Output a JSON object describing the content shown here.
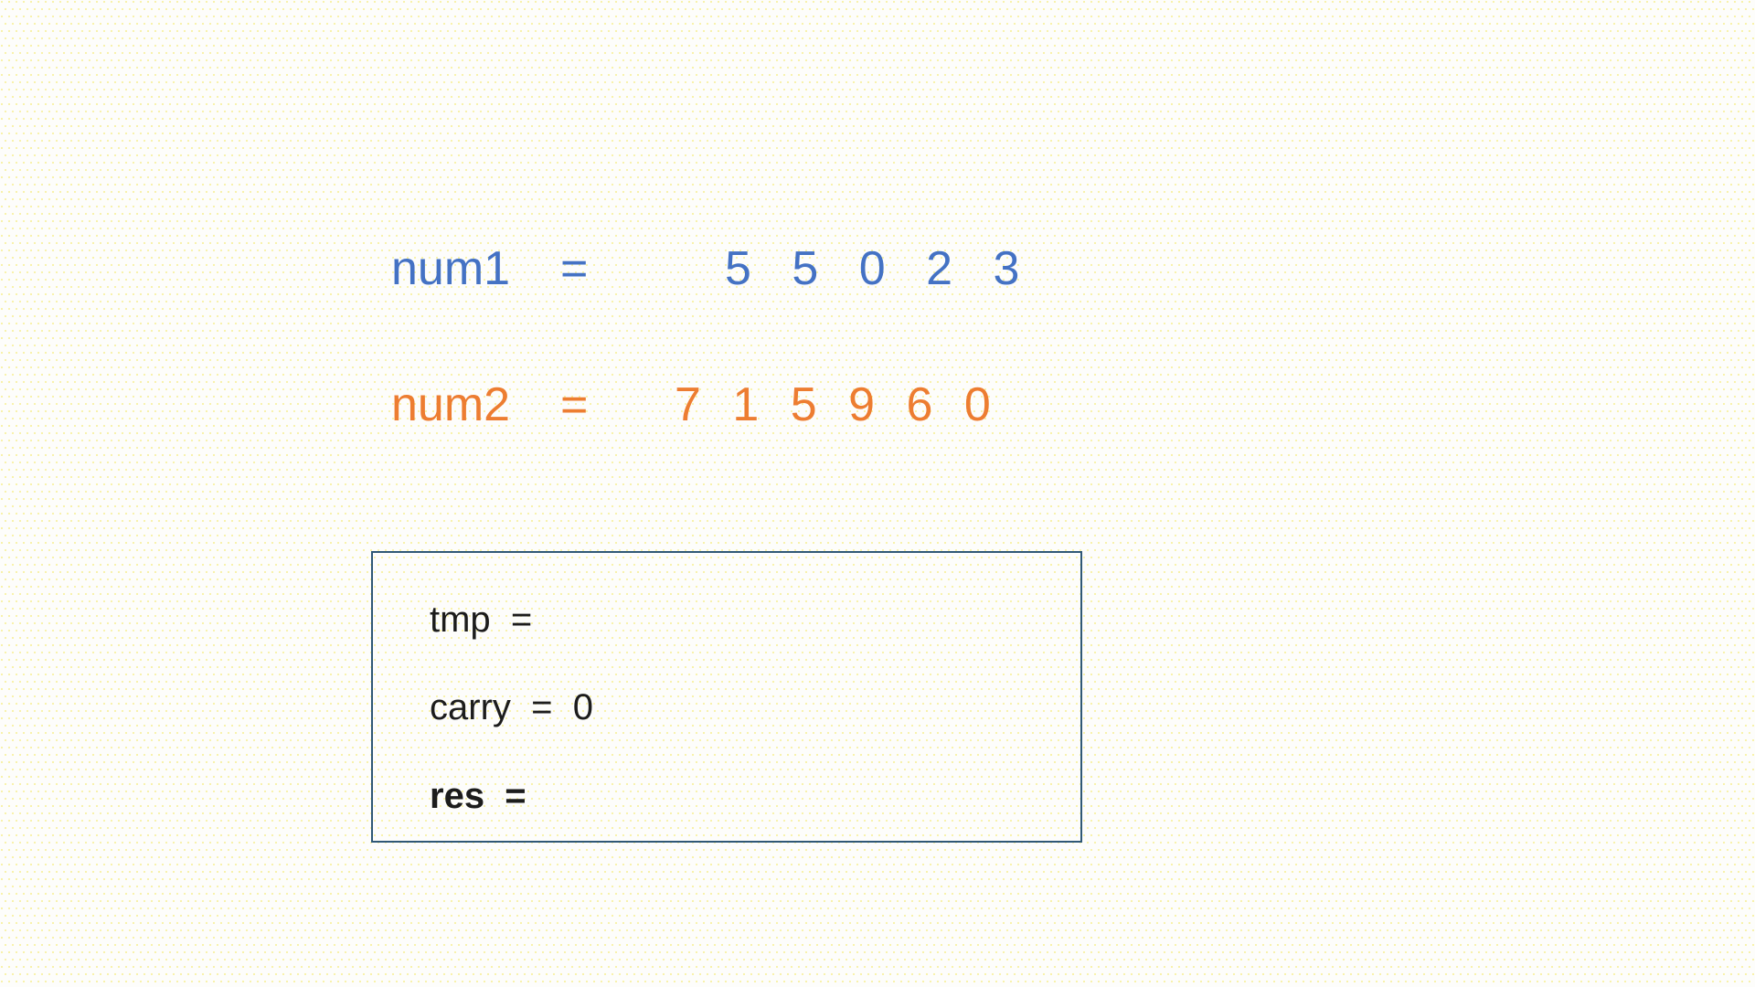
{
  "colors": {
    "bg_base": "#FDFDFB",
    "bg_dot": "#F8F1A3",
    "num1_text": "#4472C4",
    "num2_text": "#ED7D31",
    "box_border": "#2F5876",
    "body_text": "#1C1C1C"
  },
  "slide": {
    "num1": {
      "label": "num1",
      "equals": "=",
      "digits": "5 5 0 2 3"
    },
    "num2": {
      "label": "num2",
      "equals": "=",
      "digits": "7 1 5 9 6 0"
    },
    "state_box": {
      "tmp_line": "tmp  =",
      "carry_line": "carry  =  0",
      "res_line": "res  ="
    }
  }
}
